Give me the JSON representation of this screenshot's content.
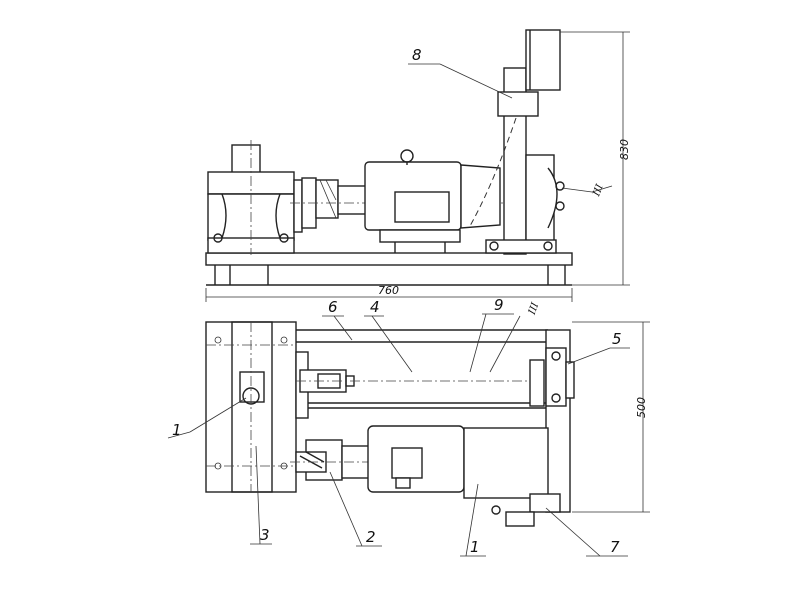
{
  "labels": {
    "l1_top": "1",
    "l1_bottom": "1",
    "l2": "2",
    "l3": "3",
    "l4": "4",
    "l5": "5",
    "l6": "6",
    "l7": "7",
    "l8": "8",
    "l9": "9",
    "roman_side": "III",
    "roman_top": "III"
  },
  "dimensions": {
    "width": "760",
    "height": "830",
    "depth": "500"
  }
}
